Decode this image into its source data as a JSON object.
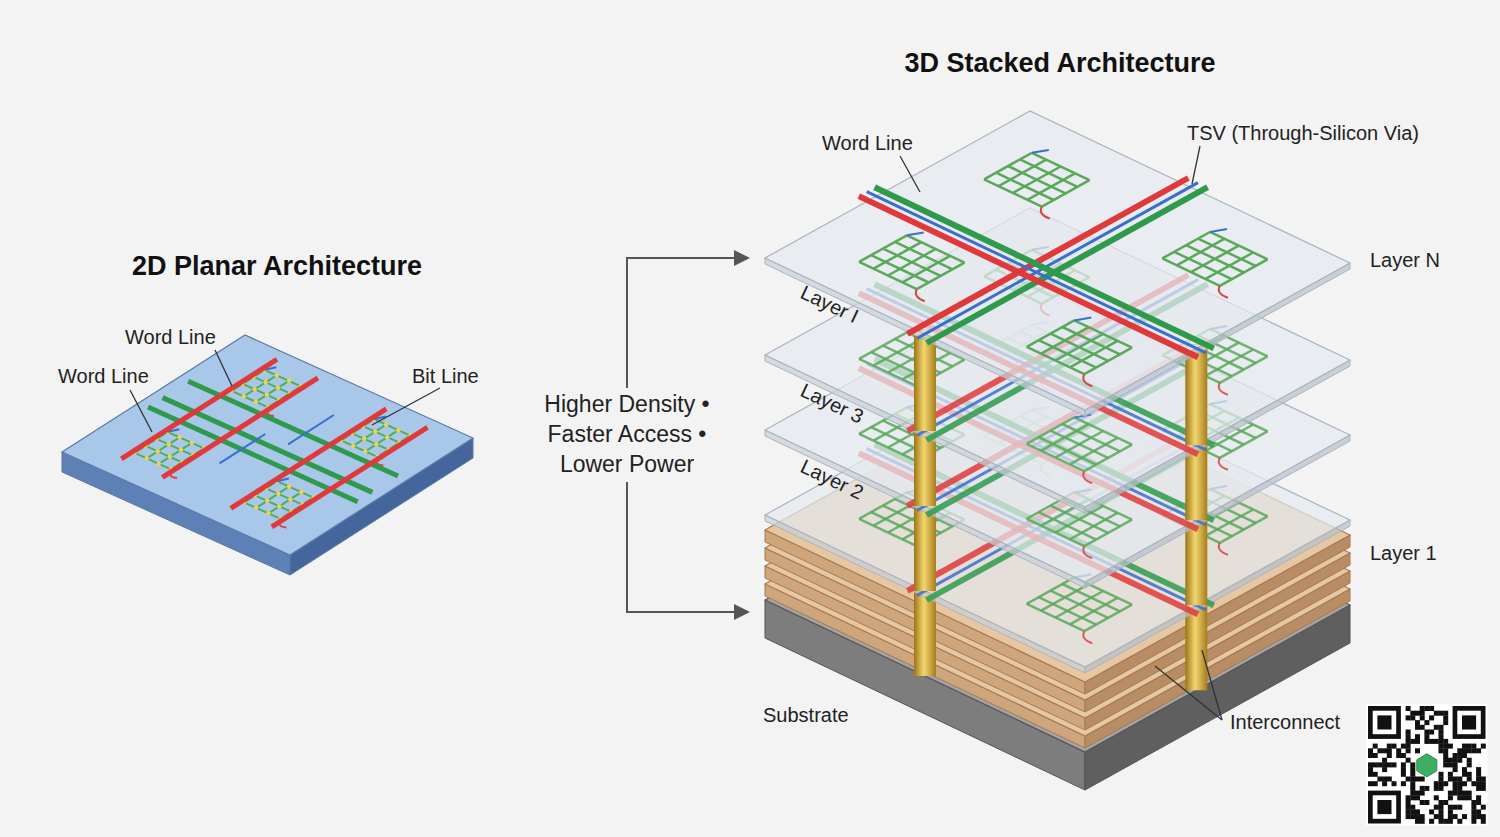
{
  "diagram": {
    "labels": [
      "3D Stacked Architecture",
      "Word Line",
      "TSV (Through-Silicon Via)",
      "2D Planar Architecture",
      "Layer N",
      "Layer I",
      "Word Line",
      "Word Line",
      "Bit Line",
      "Layer 3",
      "Higher Density • Faster Access • Lower Power",
      "Layer 2",
      "Layer 1",
      "Substrate",
      "Interconnect"
    ]
  }
}
